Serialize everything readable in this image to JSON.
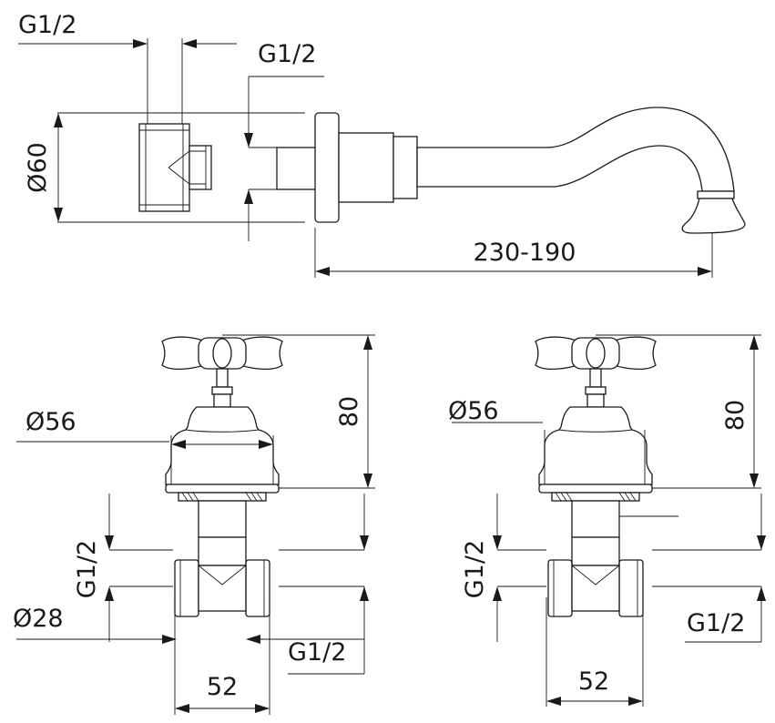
{
  "top_view": {
    "thread_left": "G1/2",
    "thread_right": "G1/2",
    "flange_diameter": "Ø60",
    "spout_length": "230-190"
  },
  "valve_left": {
    "height": "80",
    "bell_diameter": "Ø56",
    "thread_vertical": "G1/2",
    "inlet_diameter": "Ø28",
    "thread_outlet": "G1/2",
    "width": "52"
  },
  "valve_right": {
    "height": "80",
    "bell_diameter": "Ø56",
    "thread_vertical": "G1/2",
    "thread_outlet": "G1/2",
    "width": "52"
  }
}
